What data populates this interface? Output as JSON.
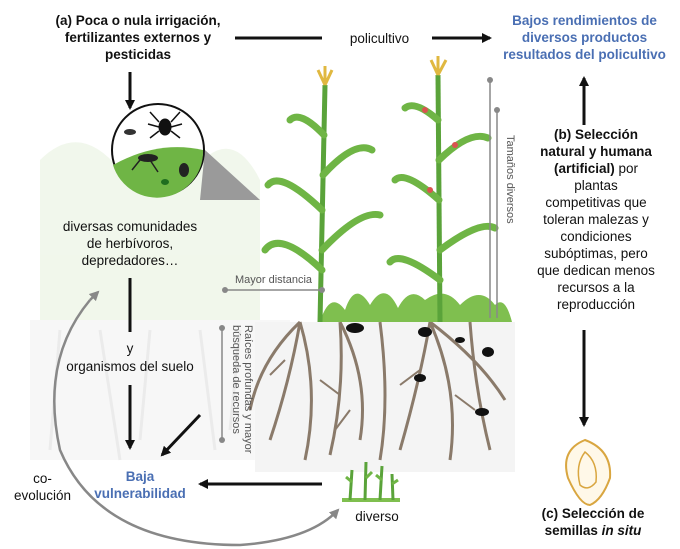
{
  "labels": {
    "a_title": "(a) Poca o  nula irrigación,",
    "a_line2": "fertilizantes externos y",
    "a_line3": "pesticidas",
    "policultivo": "policultivo",
    "result_line1": "Bajos rendimientos de",
    "result_line2": "diversos productos",
    "result_line3": "resultados del policultivo",
    "b_line1": "(b) Selección",
    "b_line2": "natural y humana",
    "b_line3_bold": "(artificial)",
    "b_line3_rest": " por",
    "b_line4": "plantas",
    "b_line5": "competitivas que",
    "b_line6": "toleran malezas y",
    "b_line7": "condiciones",
    "b_line8": "subóptimas, pero",
    "b_line9": "que dedican menos",
    "b_line10": "recursos a la",
    "b_line11": "reproducción",
    "communities_line1": "diversas comunidades",
    "communities_line2": "de herbívoros,",
    "communities_line3": "depredadores…",
    "y": "y",
    "soil": "organismos del suelo",
    "baja_line1": "Baja",
    "baja_line2": "vulnerabilidad",
    "coevo_line1": "co-",
    "coevo_line2": "evolución",
    "diverso": "diverso",
    "c_line1": "(c) Selección de",
    "c_line2_start": "semillas ",
    "c_line2_italic": "in situ",
    "mayor_distancia": "Mayor distancia",
    "raices_line1": "Raíces profundas y mayor",
    "raices_line2": "búsqueda de recursos",
    "tamanos": "Tamaños diversos"
  },
  "colors": {
    "accent_blue": "#4a6fb3",
    "leaf_green": "#6fb545",
    "soil_root": "#8a7a6a",
    "faded_green": "#dfeed3"
  }
}
